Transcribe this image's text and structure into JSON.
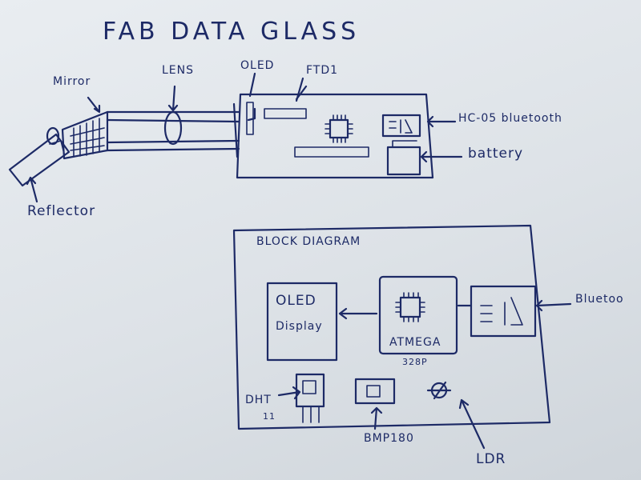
{
  "title": "FAB DATA GLASS",
  "top_sketch": {
    "mirror": "Mirror",
    "lens": "LENS",
    "oled": "OLED",
    "ftdi": "FTD1",
    "bluetooth": "HC-05 bluetooth",
    "battery": "battery",
    "reflector": "Reflector"
  },
  "block_diagram": {
    "heading": "BLOCK DIAGRAM",
    "oled_line1": "OLED",
    "oled_line2": "Display",
    "mcu_line1": "ATMEGA",
    "mcu_line2": "328P",
    "bluetooth": "Bluetoo",
    "dht": "DHT",
    "dht_sub": "11",
    "bmp": "BMP180",
    "ldr": "LDR"
  }
}
